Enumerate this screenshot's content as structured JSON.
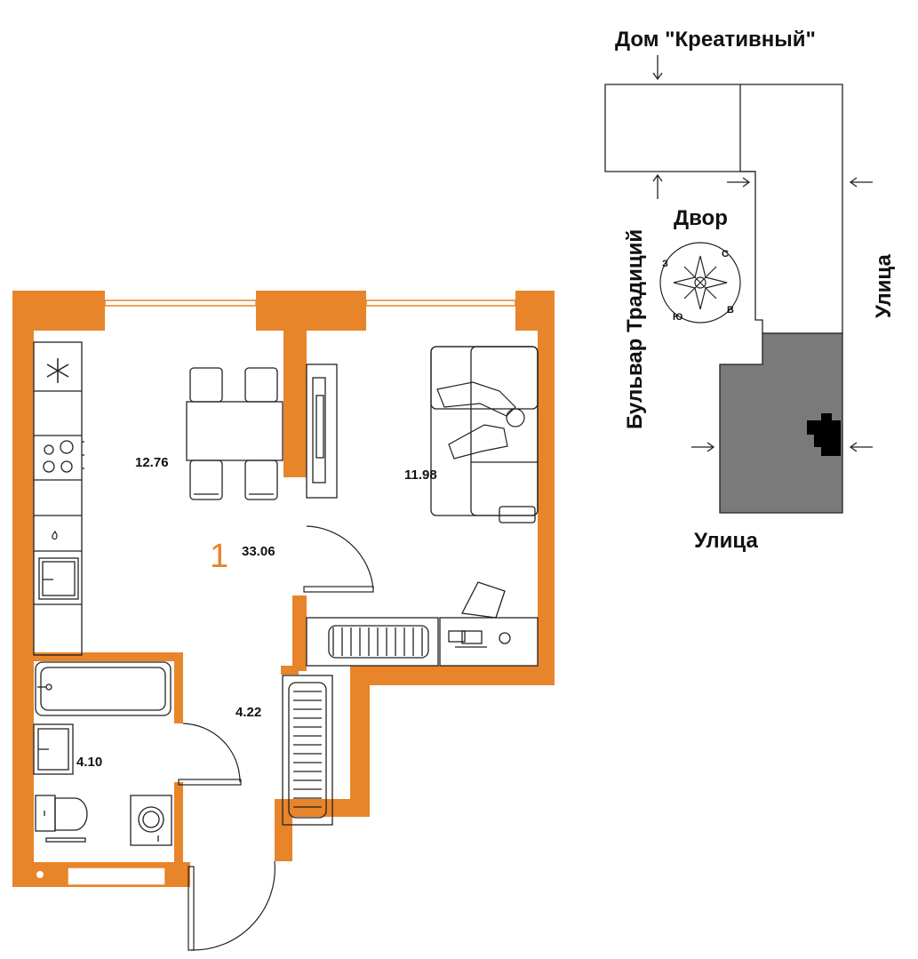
{
  "plan": {
    "rooms_count": "1",
    "total_area": "33.06",
    "areas": {
      "kitchen": "12.76",
      "living": "11.98",
      "hall": "4.22",
      "bath": "4.10"
    }
  },
  "site": {
    "building_label": "Дом \"Креативный\"",
    "yard": "Двор",
    "street_right": "Улица",
    "street_bottom": "Улица",
    "boulevard": "Бульвар Традиций",
    "compass": {
      "n": "С",
      "s": "Ю",
      "e": "В",
      "w": "З"
    }
  },
  "colors": {
    "wall": "#E8842A",
    "ink": "#111111",
    "highlight_block": "#7A7A7A"
  }
}
